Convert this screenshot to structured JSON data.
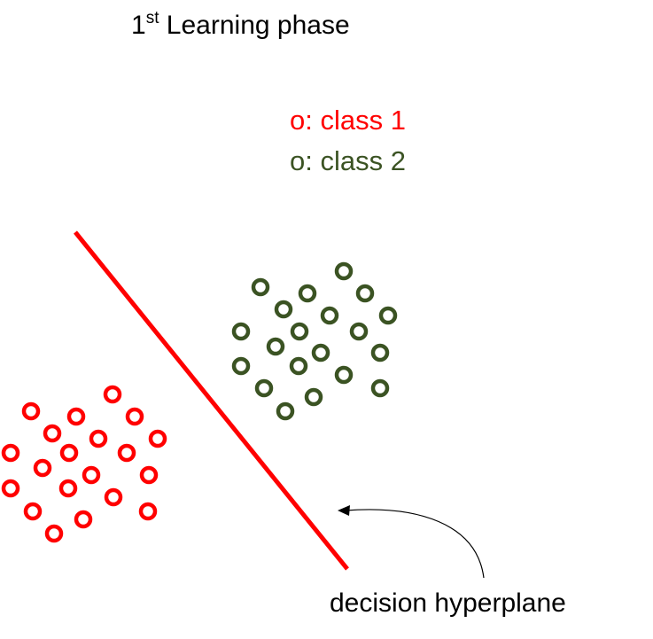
{
  "title": {
    "main": "1",
    "superscript": "st",
    "rest": " Learning phase"
  },
  "legend": [
    {
      "text": "o: class 1",
      "color": "#ff0000"
    },
    {
      "text": "o: class 2",
      "color": "#3b5323"
    }
  ],
  "annotation": "decision hyperplane",
  "colors": {
    "hyperplane": "#ff0000",
    "arrow": "#000000"
  }
}
